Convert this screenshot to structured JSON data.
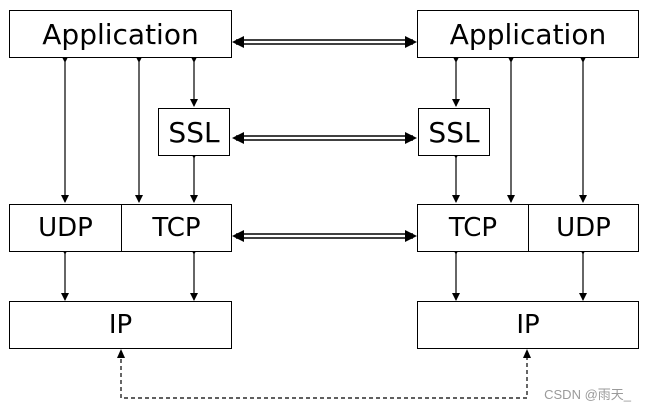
{
  "left": {
    "application": "Application",
    "ssl": "SSL",
    "udp": "UDP",
    "tcp": "TCP",
    "ip": "IP"
  },
  "right": {
    "application": "Application",
    "ssl": "SSL",
    "tcp": "TCP",
    "udp": "UDP",
    "ip": "IP"
  },
  "watermark": "CSDN @雨天_"
}
